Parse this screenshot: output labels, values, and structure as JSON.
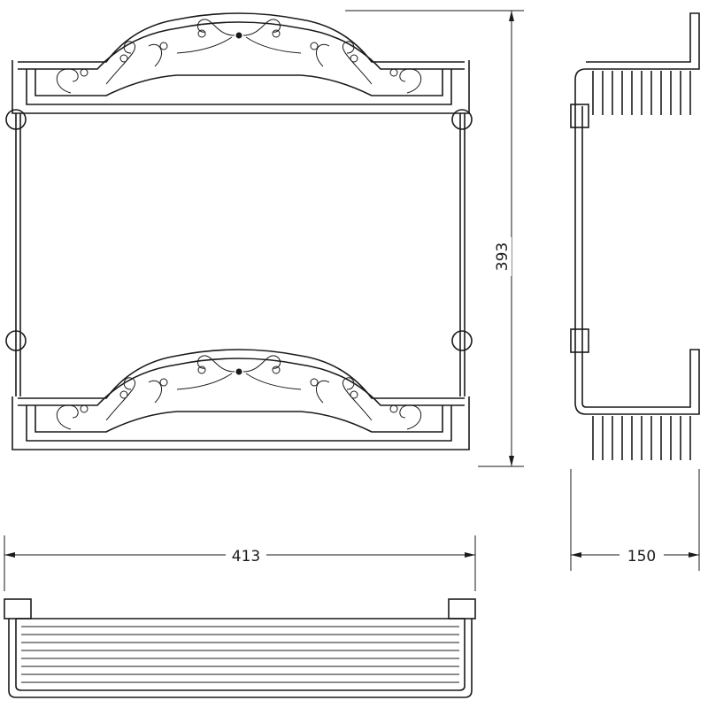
{
  "dimensions": {
    "width": "413",
    "height": "393",
    "depth": "150"
  },
  "colors": {
    "line": "#1a1a1a",
    "background": "#ffffff"
  }
}
